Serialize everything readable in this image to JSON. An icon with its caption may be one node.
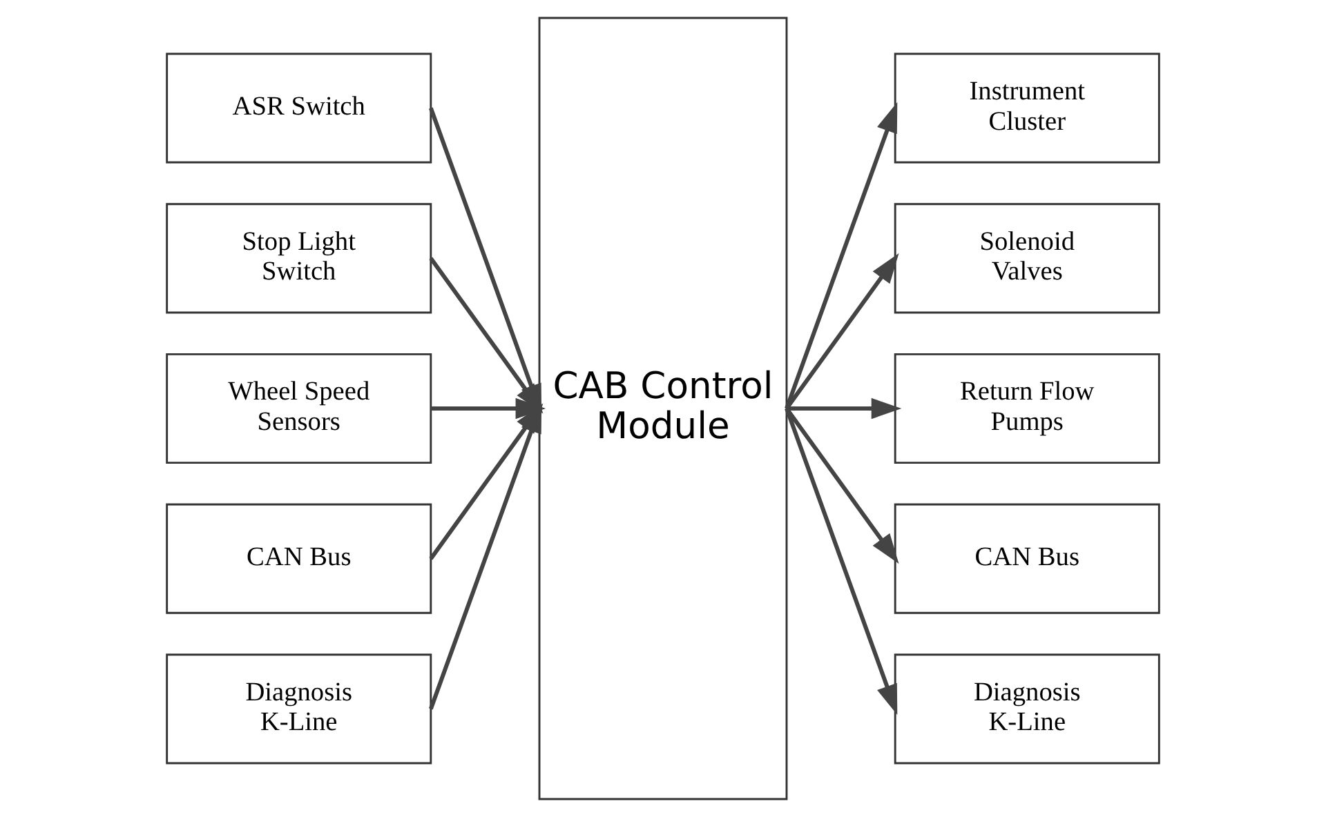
{
  "diagram": {
    "nodes": [
      {
        "text": [
          "ASR Switch"
        ]
      },
      {
        "text": [
          "Stop Light Switch"
        ]
      },
      {
        "text": [
          "Wheel Speed Sensors"
        ]
      },
      {
        "text": [
          "CAN Bus"
        ]
      },
      {
        "text": [
          "Diagnosis K-Line"
        ]
      },
      {
        "text": [
          "CAB Control Module"
        ]
      },
      {
        "text": [
          "Instrument Cluster"
        ]
      },
      {
        "text": [
          "Solenoid Valves"
        ]
      },
      {
        "text": [
          "Return Flow Pumps"
        ]
      },
      {
        "text": [
          "CAN Bus"
        ]
      },
      {
        "text": [
          "Diagnosis K-Line"
        ]
      }
    ],
    "edges": [
      {
        "from": 0,
        "to": 5,
        "arrow": "to"
      },
      {
        "from": 1,
        "to": 5,
        "arrow": "to"
      },
      {
        "from": 2,
        "to": 5,
        "arrow": "to"
      },
      {
        "from": 3,
        "to": 5,
        "arrow": "to"
      },
      {
        "from": 4,
        "to": 5,
        "arrow": "to"
      },
      {
        "from": 5,
        "to": 6,
        "arrow": "to"
      },
      {
        "from": 5,
        "to": 7,
        "arrow": "to"
      },
      {
        "from": 5,
        "to": 8,
        "arrow": "to"
      },
      {
        "from": 5,
        "to": 9,
        "arrow": "to"
      },
      {
        "from": 5,
        "to": 10,
        "arrow": "to"
      }
    ]
  }
}
